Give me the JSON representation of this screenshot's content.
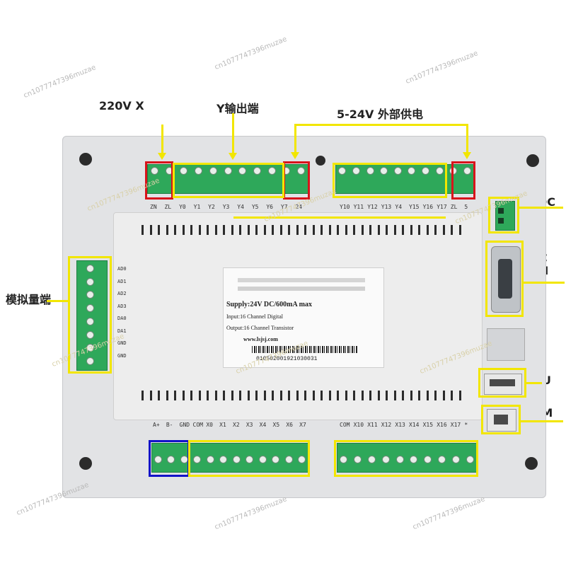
{
  "callouts": {
    "v220": "220V X",
    "y_output": "Y输出端",
    "external_power": "5-24V 外部供电",
    "analog": "模拟量端",
    "dc": "DC",
    "plc_hmi": "PLC HMI",
    "usb_u": "U",
    "hmi": "HM"
  },
  "label_plate": {
    "header": "Supply:24V DC/600mA max",
    "input": "Input:16 Channel Digital",
    "output": "Output:16 Channel Transistor",
    "website": "www.lsjsj.com",
    "barcode": "010502001921030031"
  },
  "top_left_labels": [
    "ZN",
    "ZL",
    "Y0",
    "Y1",
    "Y2",
    "Y3",
    "Y4",
    "Y5",
    "Y6",
    "Y7",
    "24"
  ],
  "top_right_labels": [
    "Y10",
    "Y11",
    "Y12",
    "Y13",
    "Y4",
    "Y15",
    "Y16",
    "Y17",
    "ZL",
    "5"
  ],
  "bottom_left_labels": [
    "A+",
    "B-",
    "GND",
    "COM",
    "X0",
    "X1",
    "X2",
    "X3",
    "X4",
    "X5",
    "X6",
    "X7"
  ],
  "bottom_right_labels": [
    "COM",
    "X10",
    "X11",
    "X12",
    "X13",
    "X14",
    "X15",
    "X16",
    "X17",
    "*"
  ],
  "side_labels": [
    "AD0",
    "AD1",
    "AD2",
    "AD3",
    "DA0",
    "DA1",
    "GND",
    "GND"
  ],
  "watermark": "cn1077747396muzae",
  "colors": {
    "case": "#e2e3e5",
    "panel": "#ececec",
    "terminal_green": "#2ea85a",
    "annotation_yellow": "#f2e600",
    "annotation_red": "#d8141b",
    "annotation_blue": "#1212c8"
  }
}
